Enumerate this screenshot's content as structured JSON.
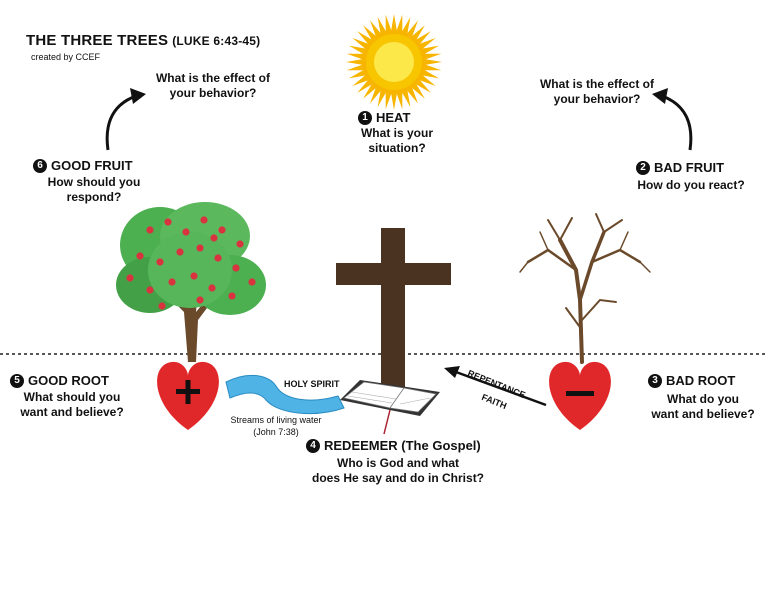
{
  "title": "THE THREE TREES",
  "reference": "(LUKE 6:43-45)",
  "credit": "created by CCEF",
  "steps": [
    {
      "num": "1",
      "heading": "HEAT",
      "question": [
        "What is your",
        "situation?"
      ]
    },
    {
      "num": "2",
      "heading": "BAD FRUIT",
      "question": [
        "How do you react?"
      ]
    },
    {
      "num": "3",
      "heading": "BAD ROOT",
      "question": [
        "What do you",
        "want and believe?"
      ]
    },
    {
      "num": "4",
      "heading": "REDEEMER (The Gospel)",
      "question": [
        "Who is God and what",
        "does He say and do in Christ?"
      ]
    },
    {
      "num": "5",
      "heading": "GOOD ROOT",
      "question": [
        "What should you",
        "want and believe?"
      ]
    },
    {
      "num": "6",
      "heading": "GOOD FRUIT",
      "question": [
        "How should you",
        "respond?"
      ]
    }
  ],
  "effect_left": [
    "What is the effect of",
    "your behavior?"
  ],
  "effect_right": [
    "What is the effect of",
    "your behavior?"
  ],
  "labels": {
    "holy_spirit": "HOLY SPIRIT",
    "repentance": "REPENTANCE",
    "faith": "FAITH",
    "streams": [
      "Streams of living water",
      "(John 7:38)"
    ]
  },
  "colors": {
    "sun": "#f7c600",
    "cross": "#4a3320",
    "heart": "#e0282a",
    "leaf": "#4caf50",
    "water": "#4fb3e6",
    "trunk": "#6b4a2b"
  }
}
